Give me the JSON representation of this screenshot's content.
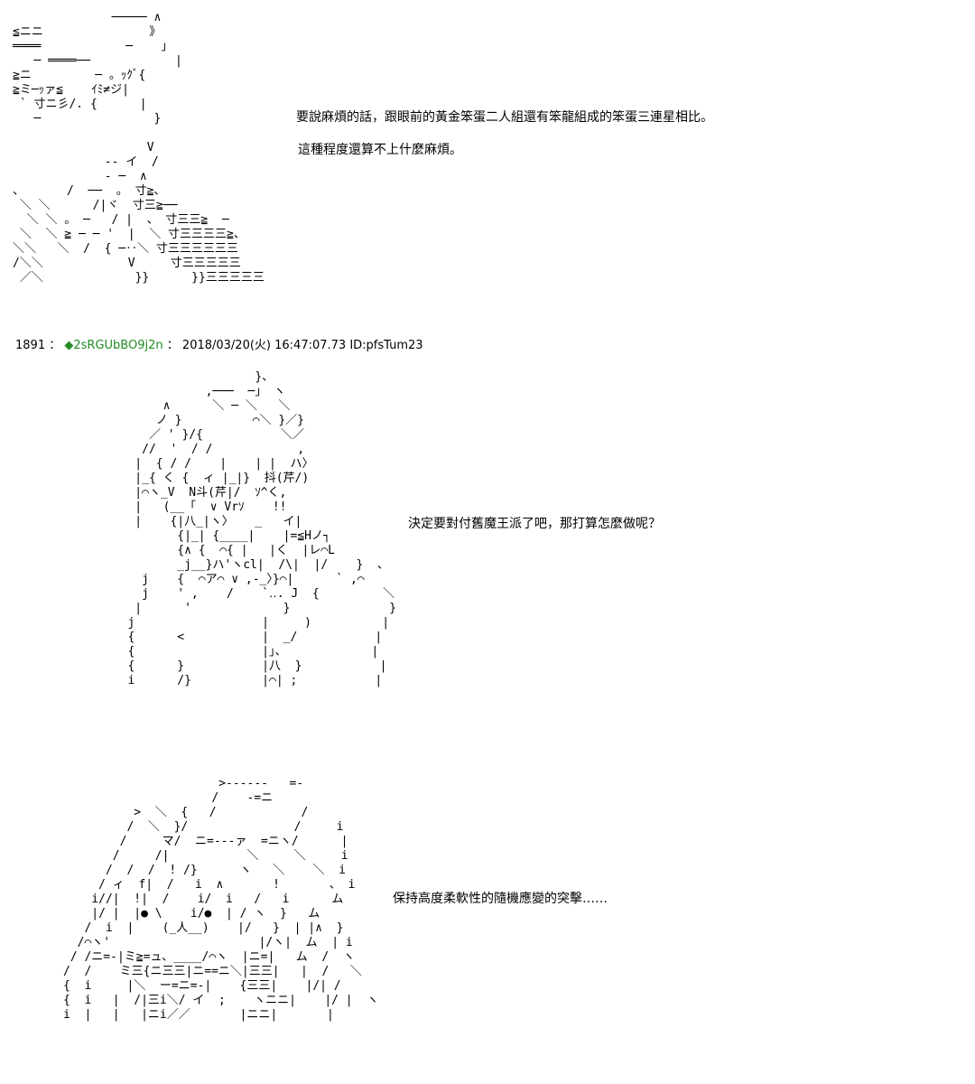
{
  "panel1": {
    "art": "              ───── ∧\n≦ニニ               》\n════            ─    」\n   ─ ════──            |\n≧ニ         ─ 。ｯｸﾞ{\n≧ミ─ｯァ≦    ｲﾐ≠ジ|\n ` 寸ニ彡/. {      |\n   ─                }\n\n                   V\n             -- イ  /\n             - ─  ∧\n、      /  ──  。 寸≧、\n ＼ ＼      /|ヾ  寸三≧──\n  ＼ ＼ 。 ─   / |  、 寸三三≧  ─\n ＼  ＼ ≧ ─ ─ '  |  ＼ 寸三三三三≧、\n＼＼   ＼  /  { ─‥＼ 寸三三三三三三\n/＼＼            V     寸三三三三三\n ／＼             }}      }}三三三三三",
    "line1": "要說麻煩的話，跟眼前的黃金笨蛋二人組還有笨龍組成的笨蛋三連星相比。",
    "line2": "這種程度還算不上什麼麻煩。"
  },
  "post": {
    "number": "1891",
    "separator1": "：",
    "trip_symbol": "◆",
    "tripcode": "2sRGUbBO9j2n",
    "separator2": "：",
    "datetime": "2018/03/20(火) 16:47:07.73",
    "id": "ID:pfsTum23"
  },
  "panel2": {
    "art": "                     }、\n              ,───  ─」 ヽ\n        ∧      ＼ ─ ＼   ＼\n       ノ }          ⌒＼ }／}\n      ／ ' }/{           ＼／\n     //  '  / /            ,\n    |  { / /    |    | |  ハ〉\n    |_{ く {  ィ |_|}  抖(芹/)\n    |⌒ヽ_V  N斗(芹|/  ｿ^く,\n    |   (__「  ∨ Vrｿ    !!\n    |    {|八_|ヽ〉   _   イ|\n          {|_| {____|    |=≦Hノ┐\n          {∧ {  ⌒{ |   |く  |レ⌒L\n          _j__}ハ'ヽcl|  /\\|  |/    }  、\n     j    {  ⌒ア⌒ ∨ ,‐_〉}⌒|      ` ,⌒\n     j    ' ,    /    `‥. J  {         ＼\n    |      '             }              }\n   j                  |     )          |\n   {      <           |  _/           |\n   {                  |」、            |\n   {      }           |八  }           |\n   i      /}          |⌒| ;           |",
    "line1": "決定要對付舊魔王派了吧，那打算怎麼做呢？"
  },
  "panel3": {
    "art": "                      >------   =-\n                     /    -=ニ\n          >  ＼  {   /            /\n         /  ＼  }/               /     i\n        /     マ/  ニ=---ァ  =ニヽ/      |\n       /     /|           ＼     ＼     i\n      /  /  /  ! /}      ヽ   ＼    ＼  i\n     / ィ  f|  /   i  ∧       !       、 i\n    i//|  !|  /    i/  i   /   i      ム\n    |/ |  |● \\    i/●  | / ヽ  }   ム\n   /  i  |    (_人__)    |/   }  | |∧  }\n  /⌒ヽ'                     |/ヽ|  ム  | i\n / /ニ=-|ミ≧=ュ、____/⌒ヽ  |ニ=|   ム  /  ヽ\n/  /    ミ三{ニ三三|ニ==ニ＼|三三|   |  /   ＼\n{  i     |＼  ー=ニ=-|    {三三|    |/| /\n{  i   |  /|三i＼/ イ  ;    ヽニニ|    |/ |  ヽ\ni  |   |   |ニi／／       |ニニ|       |",
    "line1": "保持高度柔軟性的隨機應變的突擊……"
  }
}
